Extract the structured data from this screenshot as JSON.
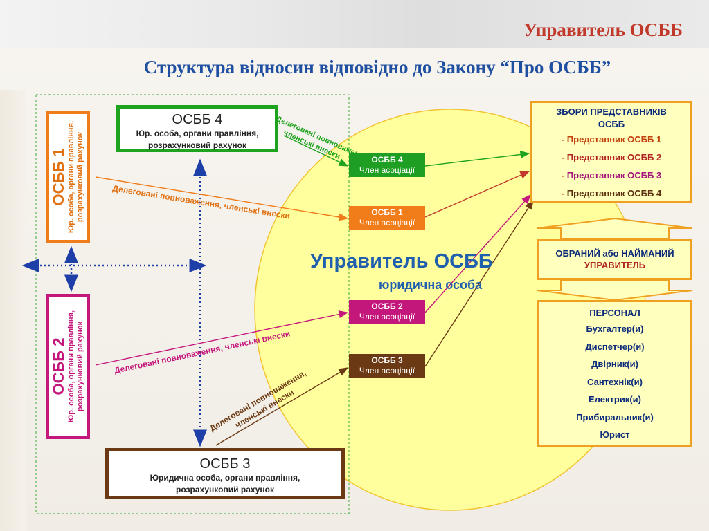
{
  "header": {
    "title": "Управитель ОСББ",
    "subtitle": "Структура відносин відповідно до Закону “Про ОСББ”"
  },
  "osbb_units": {
    "osbb4": {
      "name": "ОСББ 4",
      "desc_line1": "Юр. особа, органи правління,",
      "desc_line2": "розрахунковий рахунок"
    },
    "osbb1": {
      "name": "ОСББ 1",
      "desc_line1": "Юр. особа, органи правління,",
      "desc_line2": "розрахунковий рахунок"
    },
    "osbb2": {
      "name": "ОСББ 2",
      "desc_line1": "Юр. особа, органи правління,",
      "desc_line2": "розрахунковий рахунок"
    },
    "osbb3": {
      "name": "ОСББ 3",
      "desc_line1": "Юридична особа, органи правління,",
      "desc_line2": "розрахунковий рахунок"
    }
  },
  "members": {
    "m4": {
      "name": "ОСББ 4",
      "role": "Член асоціації"
    },
    "m1": {
      "name": "ОСББ 1",
      "role": "Член асоціації"
    },
    "m2": {
      "name": "ОСББ 2",
      "role": "Член асоціації"
    },
    "m3": {
      "name": "ОСББ 3",
      "role": "Член асоціації"
    }
  },
  "delegation_labels": {
    "osbb4_line1": "Делеговані повноваження,",
    "osbb4_line2": "членські внески",
    "osbb1": "Делеговані повноваження, членські внески",
    "osbb2": "Делеговані повноваження, членські внески",
    "osbb3_line1": "Делеговані повноваження,",
    "osbb3_line2": "членські внески"
  },
  "manager": {
    "title": "Управитель ОСББ",
    "subtitle": "юридична особа"
  },
  "assembly": {
    "heading_line1": "ЗБОРИ ПРЕДСТАВНИКІВ",
    "heading_line2": "ОСББ",
    "dash": "-",
    "reps": [
      "Представник ОСББ 1",
      "Представник ОСББ 2",
      "Представник ОСББ 3",
      "Представник ОСББ 4"
    ]
  },
  "elected": {
    "line1": "ОБРАНИЙ або НАЙМАНИЙ",
    "line2": "УПРАВИТЕЛЬ"
  },
  "staff": {
    "heading": "ПЕРСОНАЛ",
    "items": [
      "Бухгалтер(и)",
      "Диспетчер(и)",
      "Двірник(и)",
      "Сантехнік(и)",
      "Електрик(и)",
      "Прибиральник(и)",
      "Юрист"
    ]
  },
  "colors": {
    "osbb1": "#f07c1a",
    "osbb2": "#c4177c",
    "osbb3": "#6b3a14",
    "osbb4": "#1ea31e",
    "title": "#c0392b",
    "subtitle": "#1f4fa0",
    "ellipse_fill": "#ffff9e",
    "panel_border": "#f0a020"
  }
}
